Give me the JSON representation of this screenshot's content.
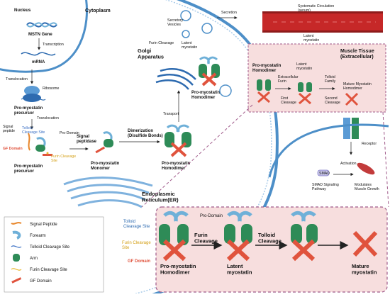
{
  "cell": {
    "nucleus_label": "Nucleus",
    "cytoplasm_label": "Cytoplasm",
    "gene_label": "MSTN Gene",
    "transcription_label": "Transcription",
    "mrna_label": "mRNA",
    "translocation_label": "Translocation",
    "ribosome_label": "Ribosome",
    "precursor_label": "Pro-myostatin\nprecursor",
    "translocation2_label": "Translocation",
    "signal_peptide_label": "Signal\npeptide",
    "tolloid_site_label": "Tolloid\nCleavage Site",
    "pro_domain_label": "Pro-Domain",
    "gf_domain_label": "GF Domain",
    "furin_site_label": "Furin Cleavage\nSite",
    "signal_peptidase_label": "Signal\npeptidase",
    "precursor2_label": "Pro-myostatin\nprecursor",
    "monomer_label": "Pro-myostatin\nMonomer",
    "dimerization_label": "Dimerization\n(Disulfide Bonds)",
    "homodimer_label": "Pro-myostatin\nHomodimer",
    "er_label": "Endoplasmic\nReticulum(ER)",
    "transport_label": "Transport",
    "golgi_label": "Golgi\nApparatus",
    "golgi_homodimer_label": "Pro-myostatin\nHomodimer",
    "secretory_label": "Secretory\nVesicles",
    "furin_cleavage_label": "Furin Cleavage",
    "latent_label": "Latent\nmyostatin",
    "secretion_label": "Secretion",
    "circulation_label": "Systematic Circulation\n(serum)",
    "latent_serum_label": "Latent\nmyostatin"
  },
  "muscle_panel": {
    "title": "Muscle Tissue\n(Extracellular)",
    "homodimer": "Pro-myostatin\nHomodimer",
    "latent": "Latent\nmyostatin",
    "extracellular_furin": "Extracellular\nFurin",
    "tolloid_family": "Tolloid\nFamily",
    "first_cleavage": "First\nCleavage",
    "second_cleavage": "Second\nCleavage",
    "mature_homodimer": "Mature Myostatin\nHomodimer"
  },
  "signaling": {
    "receptor": "Receptor",
    "activation": "Activation",
    "smad": "SMAD",
    "pathway": "SMAD Signaling\nPathway",
    "modulates": "Modulates\nMuscle Growth"
  },
  "legend": {
    "items": [
      {
        "label": "Signal Peptide",
        "icon": "signal-peptide-icon",
        "color": "#e8862a"
      },
      {
        "label": "Forearm",
        "icon": "forearm-icon",
        "color": "#6fb0d8"
      },
      {
        "label": "Tolloid Cleavage Site",
        "icon": "tolloid-site-icon",
        "color": "#3a6fc4"
      },
      {
        "label": "Arm",
        "icon": "arm-icon",
        "color": "#2e8b57"
      },
      {
        "label": "Furin Cleavage Site",
        "icon": "furin-site-icon",
        "color": "#e8b62a"
      },
      {
        "label": "GF Domain",
        "icon": "gf-domain-icon",
        "color": "#e0533d"
      }
    ]
  },
  "detail": {
    "tolloid_site": "Tolloid\nCleavage Site",
    "pro_domain": "Pro-Domain",
    "furin_site": "Furin Cleavage\nSite",
    "gf_domain": "GF Domain",
    "homodimer": "Pro-myostatin\nHomodimer",
    "furin_cleavage": "Furin\nCleavage",
    "latent": "Latent\nmyostatin",
    "tolloid_cleavage": "Tolloid\nCleavage",
    "mature": "Mature\nmyostatin"
  },
  "colors": {
    "green": "#2e8b57",
    "blue": "#6fb0d8",
    "red": "#e0533d",
    "panel": "#f7dede",
    "panel_border": "#a05a8a",
    "membrane": "#5b9bd5"
  }
}
